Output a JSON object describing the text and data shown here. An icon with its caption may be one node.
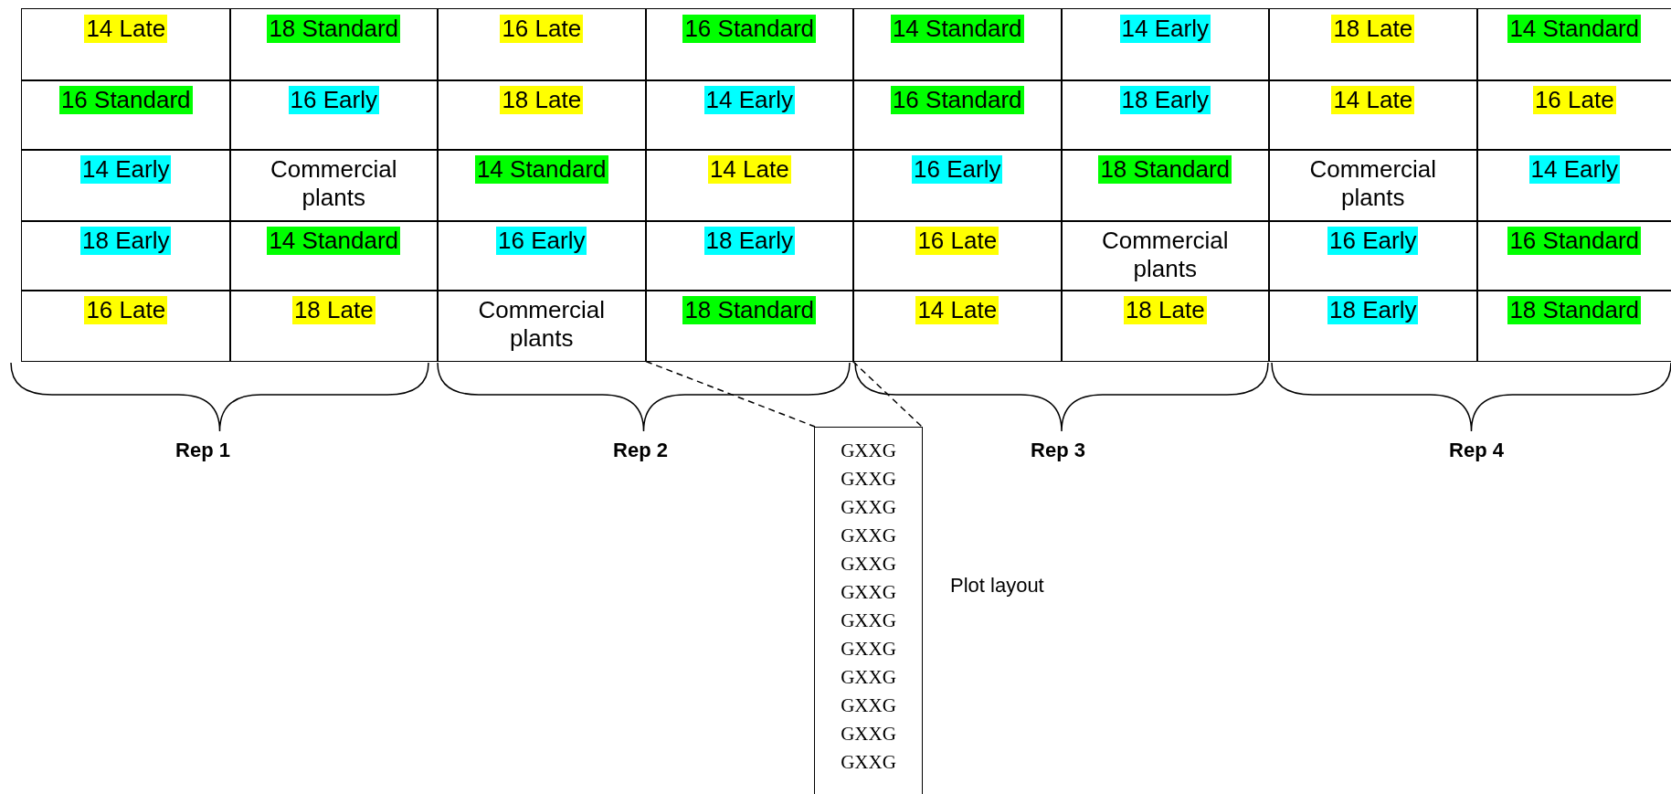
{
  "diagram": {
    "nodes": [
      {
        "text": [
          "14 Late"
        ]
      },
      {
        "text": [
          "18 Standard"
        ]
      },
      {
        "text": [
          "16 Late"
        ]
      },
      {
        "text": [
          "16 Standard"
        ]
      },
      {
        "text": [
          "14 Standard"
        ]
      },
      {
        "text": [
          "14 Early"
        ]
      },
      {
        "text": [
          "18 Late"
        ]
      },
      {
        "text": [
          "14 Standard"
        ]
      },
      {
        "text": [
          "16 Standard"
        ]
      },
      {
        "text": [
          "16 Early"
        ]
      },
      {
        "text": [
          "18 Late"
        ]
      },
      {
        "text": [
          "14 Early"
        ]
      },
      {
        "text": [
          "16 Standard"
        ]
      },
      {
        "text": [
          "18 Early"
        ]
      },
      {
        "text": [
          "14 Late"
        ]
      },
      {
        "text": [
          "16 Late"
        ]
      },
      {
        "text": [
          "14 Early"
        ]
      },
      {
        "text": [
          "Commercial plants"
        ]
      },
      {
        "text": [
          "14 Standard"
        ]
      },
      {
        "text": [
          "14 Late"
        ]
      },
      {
        "text": [
          "16 Early"
        ]
      },
      {
        "text": [
          "18 Standard"
        ]
      },
      {
        "text": [
          "Commercial plants"
        ]
      },
      {
        "text": [
          "14 Early"
        ]
      },
      {
        "text": [
          "18 Early"
        ]
      },
      {
        "text": [
          "14 Standard"
        ]
      },
      {
        "text": [
          "16 Early"
        ]
      },
      {
        "text": [
          "18 Early"
        ]
      },
      {
        "text": [
          "16 Late"
        ]
      },
      {
        "text": [
          "Commercial plants"
        ]
      },
      {
        "text": [
          "16 Early"
        ]
      },
      {
        "text": [
          "16 Standard"
        ]
      },
      {
        "text": [
          "16 Late"
        ]
      },
      {
        "text": [
          "18 Late"
        ]
      },
      {
        "text": [
          "Commercial plants"
        ]
      },
      {
        "text": [
          "18 Standard"
        ]
      },
      {
        "text": [
          "14 Late"
        ]
      },
      {
        "text": [
          "18 Late"
        ]
      },
      {
        "text": [
          "18 Early"
        ]
      },
      {
        "text": [
          "18 Standard"
        ]
      },
      {
        "text": [
          "GXXG",
          "GXXG",
          "GXXG",
          "GXXG",
          "GXXG",
          "GXXG",
          "GXXG",
          "GXXG",
          "GXXG",
          "GXXG",
          "GXXG",
          "GXXG"
        ],
        "beside": [
          "Plot layout"
        ]
      }
    ],
    "edges": [
      {
        "from": 35,
        "to": 40,
        "arrow": "none",
        "style": "dashed"
      },
      {
        "from": 35,
        "to": 40,
        "arrow": "none",
        "style": "dashed"
      }
    ],
    "labels": [
      "Rep 1",
      "Rep 2",
      "Rep 3",
      "Rep 4"
    ]
  }
}
